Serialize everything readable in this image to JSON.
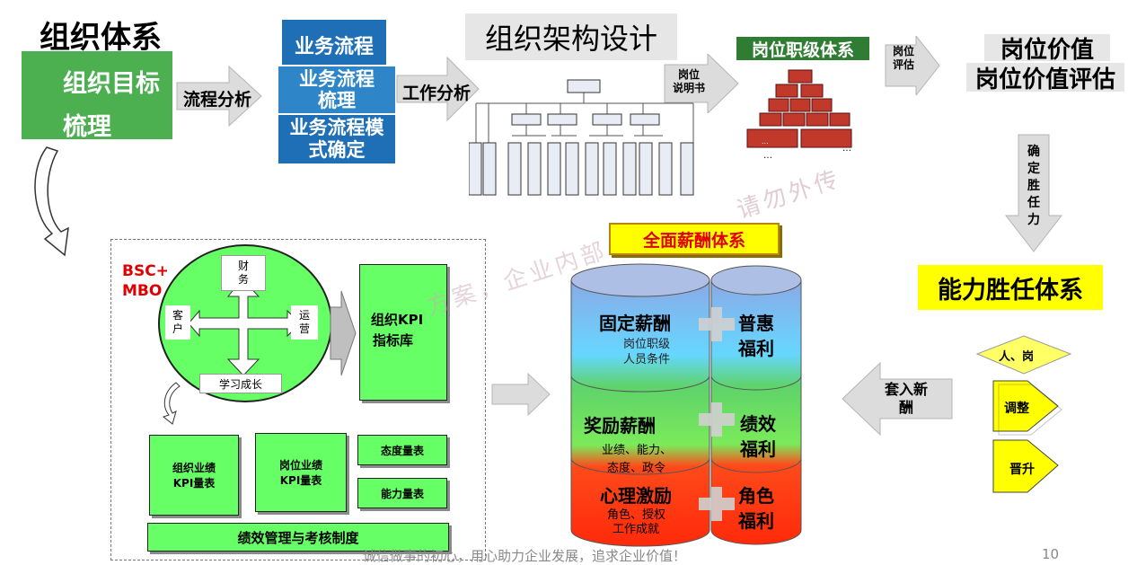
{
  "top": {
    "org_system": "组织体系",
    "goal_line1": "组织目标",
    "goal_line2": "梳理",
    "process_analysis": "流程分析",
    "biz1": "业务流程",
    "biz2_line1": "业务流程",
    "biz2_line2": "梳理",
    "biz3_line1": "业务流程模",
    "biz3_line2": "式确定",
    "work_analysis": "工作分析",
    "org_design": "组织架构设计",
    "job_desc_line1": "岗位",
    "job_desc_line2": "说明书",
    "job_grade": "岗位职级体系",
    "job_eval_line1": "岗位",
    "job_eval_line2": "评估",
    "job_value_line1": "岗位价值",
    "job_value_line2": "岗位价值评估",
    "ellipsis1": "…",
    "ellipsis2": "…",
    "ellipsis3": "…"
  },
  "competency": {
    "arrow_text": [
      "确",
      "定",
      "胜",
      "任",
      "力"
    ],
    "system": "能力胜任体系",
    "person_post": "人、岗",
    "adjust": "调整",
    "promote": "晋升",
    "into_salary_line1": "套入新",
    "into_salary_line2": "酬"
  },
  "bsc": {
    "label_line1": "BSC+",
    "label_line2": "MBO",
    "finance_line1": "财",
    "finance_line2": "务",
    "customer_line1": "客",
    "customer_line2": "户",
    "operation_line1": "运",
    "operation_line2": "营",
    "learning": "学习成长",
    "org_kpi_line1": "组织KPI",
    "org_kpi_line2": "指标库",
    "org_perf_line1": "组织业绩",
    "org_perf_line2": "KPI量表",
    "post_perf_line1": "岗位业绩",
    "post_perf_line2": "KPI量表",
    "attitude": "态度量表",
    "ability": "能力量表",
    "perf_system": "绩效管理与考核制度"
  },
  "salary": {
    "title": "全面薪酬体系",
    "fixed": "固定薪酬",
    "fixed_sub1": "岗位职级",
    "fixed_sub2": "人员条件",
    "bonus": "奖励薪酬",
    "bonus_sub1": "业绩、能力、",
    "bonus_sub2": "态度、政令",
    "psych": "心理激励",
    "psych_sub1": "角色、授权",
    "psych_sub2": "工作成就",
    "welfare1_line1": "普惠",
    "welfare1_line2": "福利",
    "welfare2_line1": "绩效",
    "welfare2_line2": "福利",
    "welfare3_line1": "角色",
    "welfare3_line2": "福利"
  },
  "watermark": {
    "text1": "请勿外传",
    "text2": "方案，企业内部",
    "footer": "诚信做事的初心，用心助力企业发展，追求企业价值！",
    "page": "10"
  },
  "colors": {
    "green": "#4caf50",
    "kpi_green": "#66ff66",
    "blue": "#1f6fb6",
    "red_text": "#e00000",
    "yellow": "#ffff00",
    "brick": "#c0392b"
  }
}
